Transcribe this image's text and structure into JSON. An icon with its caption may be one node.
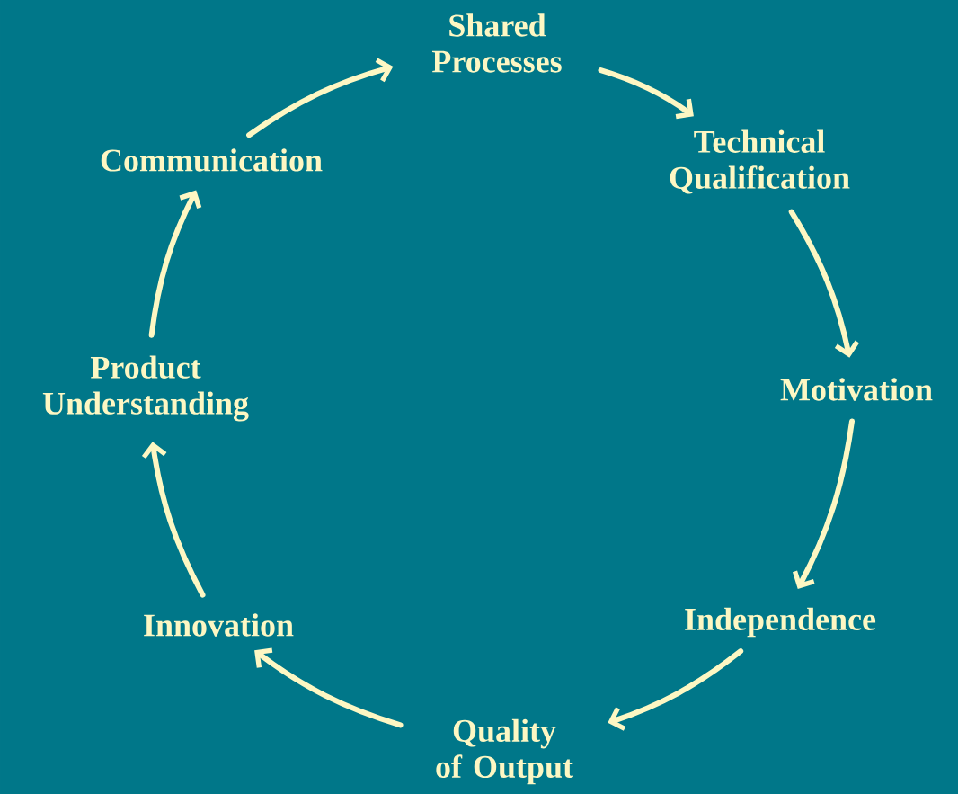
{
  "diagram": {
    "nodes": [
      {
        "text": [
          "Shared Processes"
        ]
      },
      {
        "text": [
          "Technical Qualification"
        ]
      },
      {
        "text": [
          "Motivation"
        ]
      },
      {
        "text": [
          "Independence"
        ]
      },
      {
        "text": [
          "Quality of Output"
        ]
      },
      {
        "text": [
          "Innovation"
        ]
      },
      {
        "text": [
          "Product Understanding"
        ]
      },
      {
        "text": [
          "Communication"
        ]
      }
    ],
    "edges": [
      {
        "from": 0,
        "to": 1,
        "arrow": "to"
      },
      {
        "from": 1,
        "to": 2,
        "arrow": "to"
      },
      {
        "from": 2,
        "to": 3,
        "arrow": "to"
      },
      {
        "from": 3,
        "to": 4,
        "arrow": "to"
      },
      {
        "from": 4,
        "to": 5,
        "arrow": "to"
      },
      {
        "from": 5,
        "to": 6,
        "arrow": "to"
      },
      {
        "from": 6,
        "to": 7,
        "arrow": "to"
      },
      {
        "from": 7,
        "to": 0,
        "arrow": "to"
      }
    ]
  }
}
